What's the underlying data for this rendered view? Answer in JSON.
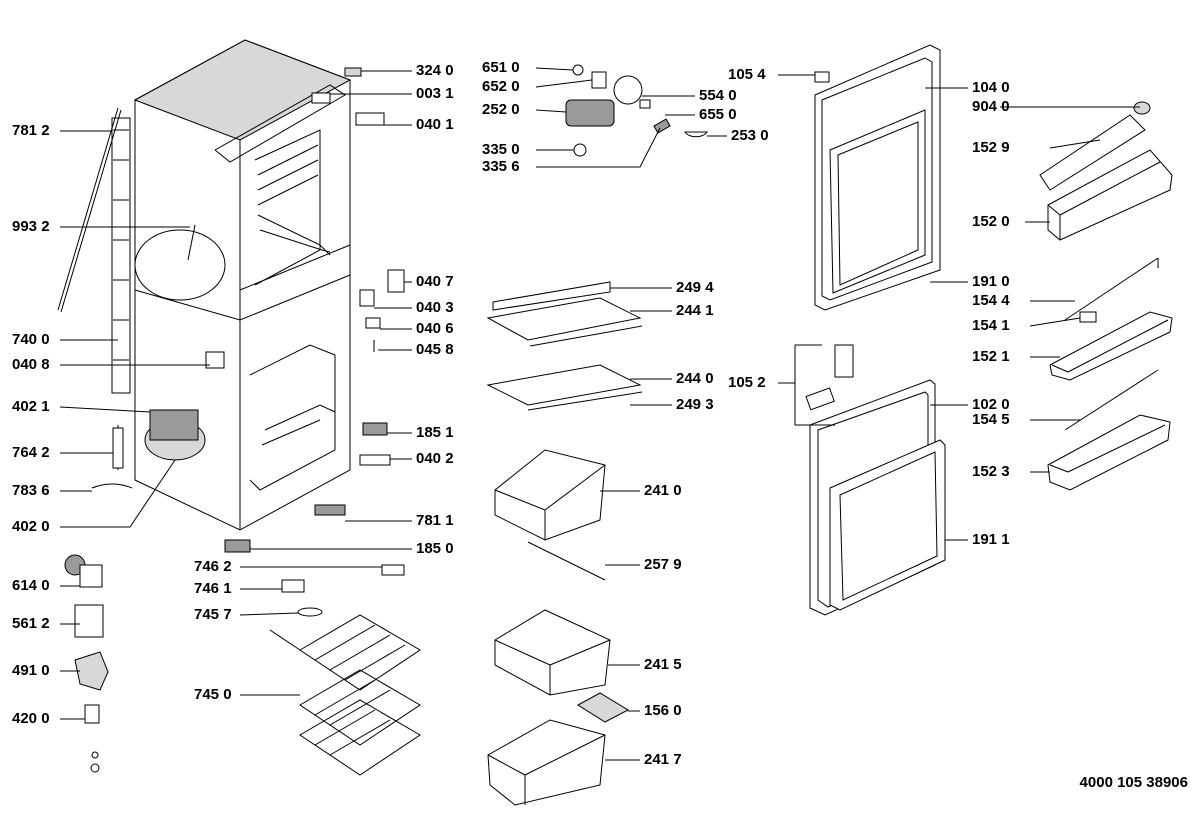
{
  "document_number": "4000 105 38906",
  "labels": [
    {
      "id": "p3240",
      "text": "324 0"
    },
    {
      "id": "p0031",
      "text": "003 1"
    },
    {
      "id": "p0401",
      "text": "040 1"
    },
    {
      "id": "p7812",
      "text": "781 2"
    },
    {
      "id": "p9932",
      "text": "993 2"
    },
    {
      "id": "p0407",
      "text": "040 7"
    },
    {
      "id": "p0403",
      "text": "040 3"
    },
    {
      "id": "p0406",
      "text": "040 6"
    },
    {
      "id": "p0458",
      "text": "045 8"
    },
    {
      "id": "p7400",
      "text": "740 0"
    },
    {
      "id": "p0408",
      "text": "040 8"
    },
    {
      "id": "p4021",
      "text": "402 1"
    },
    {
      "id": "p1851",
      "text": "185 1"
    },
    {
      "id": "p0402",
      "text": "040 2"
    },
    {
      "id": "p7642",
      "text": "764 2"
    },
    {
      "id": "p7836",
      "text": "783 6"
    },
    {
      "id": "p4020",
      "text": "402 0"
    },
    {
      "id": "p7811",
      "text": "781 1"
    },
    {
      "id": "p1850",
      "text": "185 0"
    },
    {
      "id": "p7462",
      "text": "746 2"
    },
    {
      "id": "p6140",
      "text": "614 0"
    },
    {
      "id": "p7461",
      "text": "746 1"
    },
    {
      "id": "p5612",
      "text": "561 2"
    },
    {
      "id": "p7457",
      "text": "745 7"
    },
    {
      "id": "p4910",
      "text": "491 0"
    },
    {
      "id": "p7450",
      "text": "745 0"
    },
    {
      "id": "p4200",
      "text": "420 0"
    },
    {
      "id": "p6510",
      "text": "651 0"
    },
    {
      "id": "p6520",
      "text": "652 0"
    },
    {
      "id": "p5540",
      "text": "554 0"
    },
    {
      "id": "p2520",
      "text": "252 0"
    },
    {
      "id": "p6550",
      "text": "655 0"
    },
    {
      "id": "p2530",
      "text": "253 0"
    },
    {
      "id": "p3350",
      "text": "335 0"
    },
    {
      "id": "p3356",
      "text": "335 6"
    },
    {
      "id": "p2494",
      "text": "249 4"
    },
    {
      "id": "p2441",
      "text": "244 1"
    },
    {
      "id": "p2440",
      "text": "244 0"
    },
    {
      "id": "p2493",
      "text": "249 3"
    },
    {
      "id": "p2410",
      "text": "241 0"
    },
    {
      "id": "p2579",
      "text": "257 9"
    },
    {
      "id": "p2415",
      "text": "241 5"
    },
    {
      "id": "p1560",
      "text": "156 0"
    },
    {
      "id": "p2417",
      "text": "241 7"
    },
    {
      "id": "p1054",
      "text": "105 4"
    },
    {
      "id": "p1040",
      "text": "104 0"
    },
    {
      "id": "p9040",
      "text": "904 0"
    },
    {
      "id": "p1529",
      "text": "152 9"
    },
    {
      "id": "p1520",
      "text": "152 0"
    },
    {
      "id": "p1910",
      "text": "191 0"
    },
    {
      "id": "p1544",
      "text": "154 4"
    },
    {
      "id": "p1541",
      "text": "154 1"
    },
    {
      "id": "p1052",
      "text": "105 2"
    },
    {
      "id": "p1521",
      "text": "152 1"
    },
    {
      "id": "p1020",
      "text": "102 0"
    },
    {
      "id": "p1545",
      "text": "154 5"
    },
    {
      "id": "p1523",
      "text": "152 3"
    },
    {
      "id": "p1911",
      "text": "191 1"
    }
  ]
}
